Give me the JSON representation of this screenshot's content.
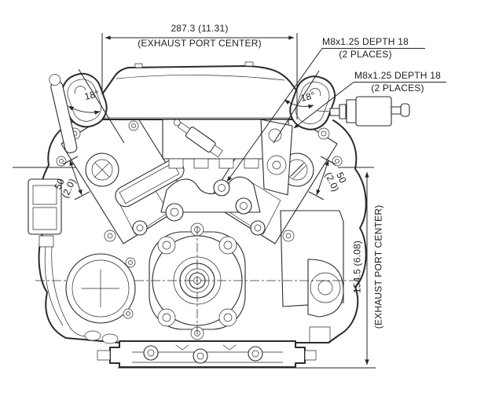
{
  "colors": {
    "background": "#ffffff",
    "line": "#2b2b2b",
    "text": "#1c1c1c"
  },
  "drawing": {
    "subject": "v-twin-engine-front-view-line-drawing"
  },
  "dimensions": {
    "top_width": {
      "value": "287.3 (11.31)",
      "note": "(EXHAUST PORT CENTER)"
    },
    "right_height": {
      "value": "154.5 (6.08)",
      "note": "(EXHAUST PORT CENTER)"
    },
    "angle_left": {
      "value": "18°"
    },
    "angle_right": {
      "value": "18°"
    },
    "offset_left": {
      "mm": "50",
      "inch": "(2.0)"
    },
    "offset_right": {
      "mm": "50",
      "inch": "(2.0)"
    }
  },
  "callouts": {
    "m8_upper": {
      "line1": "M8x1.25 DEPTH 18",
      "line2": "(2 PLACES)"
    },
    "m8_lower": {
      "line1": "M8x1.25 DEPTH 18",
      "line2": "(2 PLACES)"
    }
  }
}
